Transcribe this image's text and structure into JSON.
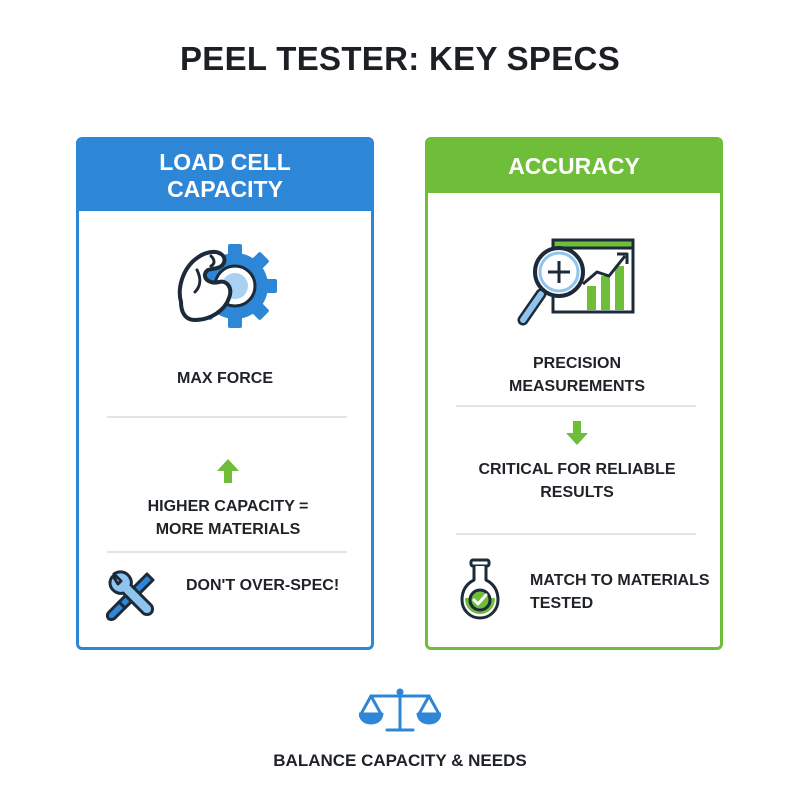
{
  "title": "PEEL TESTER: KEY SPECS",
  "left_card": {
    "header": "LOAD CELL CAPACITY",
    "icon": "flexed-arm-gear-icon",
    "item1": "MAX FORCE",
    "item2": "HIGHER CAPACITY = MORE MATERIALS",
    "item3": "DON'T OVER-SPEC!",
    "item3_icon": "wrench-screwdriver-icon",
    "arrow": "up-arrow-icon"
  },
  "right_card": {
    "header": "ACCURACY",
    "icon": "magnifier-chart-icon",
    "item1": "PRECISION MEASUREMENTS",
    "item2": "CRITICAL FOR RELIABLE RESULTS",
    "item3": "MATCH TO MATERIALS TESTED",
    "item3_icon": "flask-check-icon",
    "arrow": "down-arrow-icon"
  },
  "footer": {
    "icon": "balance-scale-icon",
    "text": "BALANCE CAPACITY & NEEDS"
  },
  "colors": {
    "blue": "#2e86d6",
    "green": "#6fbe3a",
    "dark": "#1f2328",
    "divider": "#e1e4e8"
  }
}
